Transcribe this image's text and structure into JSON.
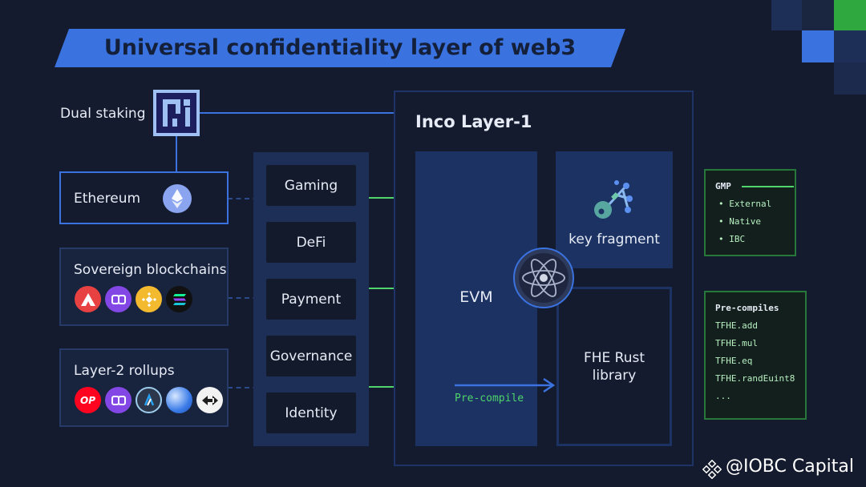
{
  "title": "Universal confidentiality layer of web3",
  "dual_staking": {
    "label": "Dual staking"
  },
  "left_boxes": {
    "ethereum": {
      "label": "Ethereum"
    },
    "sovereign": {
      "label": "Sovereign blockchains",
      "chains": [
        "avalanche-icon",
        "polygon-icon",
        "bnb-icon",
        "solana-icon"
      ]
    },
    "layer2": {
      "label": "Layer-2 rollups",
      "chains": [
        "optimism-icon",
        "polygon-icon",
        "arbitrum-icon",
        "base-icon",
        "zksync-icon"
      ],
      "op_text": "OP"
    }
  },
  "use_cases": [
    "Gaming",
    "DeFi",
    "Payment",
    "Governance",
    "Identity"
  ],
  "inco": {
    "title": "Inco Layer-1",
    "evm": "EVM",
    "key_fragment": "key fragment",
    "fhe_line1": "FHE Rust",
    "fhe_line2": "library",
    "precompile": "Pre-compile"
  },
  "gmp": {
    "title": "GMP",
    "items": [
      "External",
      "Native",
      "IBC"
    ]
  },
  "precompiles": {
    "title": "Pre-compiles",
    "items": [
      "TFHE.add",
      "TFHE.mul",
      "TFHE.eq",
      "TFHE.randEuint8",
      "..."
    ]
  },
  "watermark": "@IOBC Capital",
  "colors": {
    "background": "#141b2e",
    "accent_blue": "#3a72e0",
    "green": "#4fd56b",
    "panel_blue": "#1b3263"
  }
}
